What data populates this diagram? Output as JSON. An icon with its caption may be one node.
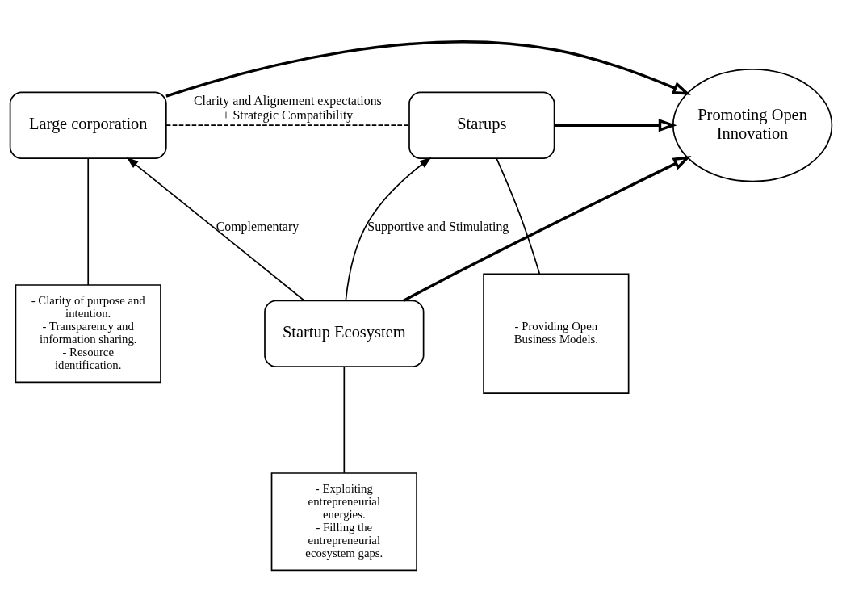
{
  "diagram": {
    "nodes": [
      {
        "text": [
          "Large corporation"
        ]
      },
      {
        "text": [
          "Promoting Open Innovation"
        ]
      },
      {
        "text": [
          "Starups"
        ]
      },
      {
        "text": [
          "Startup Ecosystem"
        ]
      },
      {
        "text": [
          "- Clarity of purpose and intention.",
          "- Transparency and information sharing.",
          "- Resource identification."
        ]
      },
      {
        "text": [
          "- Providing Open Business Models."
        ]
      },
      {
        "text": [
          "- Exploiting entrepreneurial energies.",
          "- Filling the entrepreneurial ecosystem gaps."
        ]
      }
    ],
    "edges": [
      {
        "from": 0,
        "to": 2,
        "arrow": "none",
        "style": "dashed",
        "label": "Clarity and Alignement expectations + Strategic Compatibility"
      },
      {
        "from": 0,
        "to": 1,
        "arrow": "to",
        "style": "thick"
      },
      {
        "from": 2,
        "to": 1,
        "arrow": "to",
        "style": "thick"
      },
      {
        "from": 3,
        "to": 1,
        "arrow": "to",
        "style": "thick"
      },
      {
        "from": 3,
        "to": 0,
        "arrow": "to",
        "label": "Complementary"
      },
      {
        "from": 3,
        "to": 2,
        "arrow": "to",
        "label": "Supportive and Stimulating"
      },
      {
        "from": 0,
        "to": 4,
        "arrow": "none"
      },
      {
        "from": 2,
        "to": 5,
        "arrow": "none"
      },
      {
        "from": 3,
        "to": 6,
        "arrow": "none"
      }
    ]
  }
}
